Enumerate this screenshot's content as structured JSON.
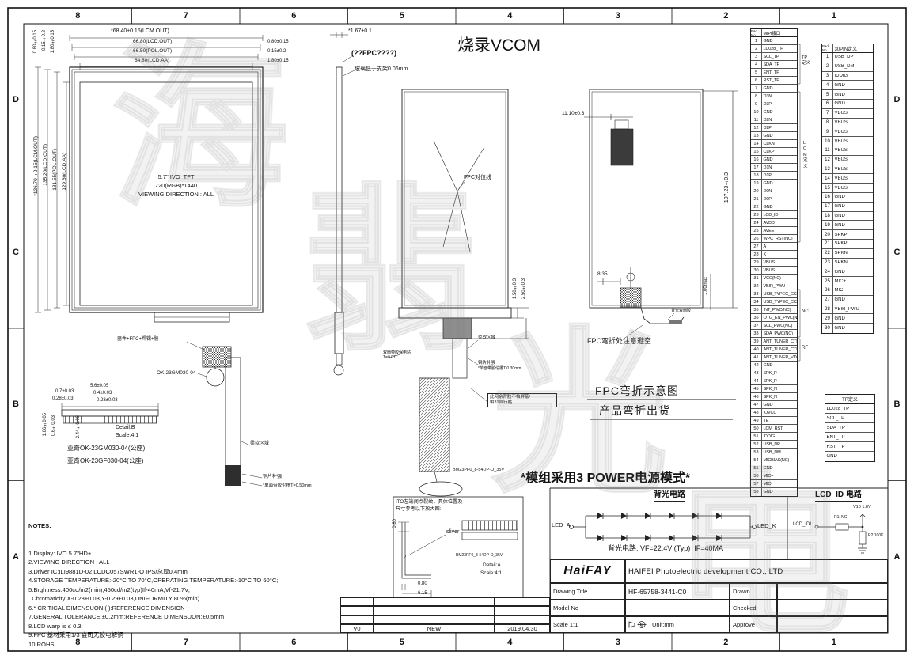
{
  "watermark": {
    "chars": [
      "海",
      "翡",
      "光",
      "电"
    ]
  },
  "frame": {
    "cols": [
      "8",
      "7",
      "6",
      "5",
      "4",
      "3",
      "2",
      "1"
    ],
    "rows": [
      "D",
      "C",
      "B",
      "A"
    ]
  },
  "title": "烧录VCOM",
  "front_view": {
    "dims_top": [
      "*68.40±0.15(LCM.OUT)",
      "66.80(LCD.OUT)",
      "66.50(POL.OUT)",
      "64.80(LCD.AA)"
    ],
    "dims_top_right": [
      "0.80±0.15",
      "0.15±0.2",
      "1.80±0.15"
    ],
    "dims_left_top": [
      "0.80±0.15",
      "0.15±0.2",
      "1.80±0.15"
    ],
    "dims_left": [
      "*136.70±0.15(LCM.OUT)",
      "135.20(LCD.OUT)",
      "131.55(POL.OUT)",
      "129.60(LCD.AA)"
    ],
    "center": [
      "5.7\" IVO  TFT",
      "720(RGB)*1440",
      "VIEWING DIRECTION : ALL"
    ],
    "connector_note": "器件+FPC+焊锡+胶",
    "connector_model": "OK-23GM030-04",
    "tail_labels": {
      "soft": "柔软区域",
      "copper": "铜片补强",
      "tape": "*单面带胶伦槽T=0.50mm"
    }
  },
  "side_view": {
    "dim": "*1.67±0.1",
    "fpc_note": "(??FPC????)",
    "glass_note": "玻璃低于支架0.06mm"
  },
  "detail_b": {
    "dims_top": [
      "5.6±0.05",
      "0.4±0.03",
      "0.23±0.03"
    ],
    "dims_left": [
      "0.7±0.03",
      "0.28±0.03"
    ],
    "dims_vert": [
      "1.66±0.05",
      "0.6±0.03",
      "2.44±0.03"
    ],
    "label": "Detail:B",
    "scale": "Scale:4:1",
    "models": [
      "亚奇OK-23GM030-04(公座)",
      "亚奇OK-23GF030-04(公座)"
    ]
  },
  "center_view": {
    "fpc_align": "FPC对位线",
    "soft_area": "柔软区域",
    "tape": "双面带胶保电粘T=0.07",
    "steel": "钢片补强",
    "steel2": "*单面带胶伦槽T-0.30mm",
    "note_box": "此网余背胶不帕屏蔽/\n帕31自行贴",
    "connector": "BM23PF0_8-54DP-O_35V",
    "dims": [
      "1.50±0.3",
      "2.50±0.3"
    ]
  },
  "right_view": {
    "dim_top": "11.10±0.3",
    "dim_bottom": "8.35",
    "dim_height": "107.23±0.3",
    "dim_max": "1.00max",
    "tape_label": "背光双面胶",
    "note": "FPC弯折处注意避空"
  },
  "fpc_section": {
    "line1": "FPC弯折示意图",
    "line2": "产品弯折出货"
  },
  "power_note": "*模组采用3 POWER电源模式*",
  "backlight": {
    "title": "背光电路",
    "led_a": "LED_A",
    "led_k": "LED_K",
    "spec": "背光电路: VF=22.4V (Typ)  IF=40MA"
  },
  "lcd_id": {
    "title": "LCD_ID 电路",
    "v_label": "V10 1.8V",
    "signal": "LCD_IDI",
    "r1": "R1; NC",
    "r2": "R2 100K"
  },
  "ito_box": {
    "line1": "ITO左端闻点裂纹，具体位置及",
    "line2": "尺寸参考以下放大图:",
    "sliver": "sliver",
    "dim_v": "0.80",
    "dim_b1": "0.80",
    "dim_b2": "6.15",
    "connector": "BM23PF0_8-54DP-O_35V",
    "detail": "Detail:A",
    "scale": "Scale:4:1"
  },
  "notes": {
    "title": "NOTES:",
    "lines": [
      "1.Display: IVO 5.7\"HD+",
      "2.VIEWING DIRECTION : ALL",
      "3.Driver IC:ILI9881D-02;LCDC057SWR1-O IPS/总厚0.4mm",
      "4.STORAGE TEMPERATURE:-20°C TO 70°C,OPERATING TEMPERATURE:-10°C TO 60°C;",
      "5.Brghtness:400cd/m2(min),450cd/m2(typ)If-40mA,Vf-21.7V;",
      "  Chromaticity:X-0.28±0.03,Y-0.29±0.03,UNIFORMITY:80%(min)",
      "6.* CRITICAL DIMENSUON;( ):REFERENCE DIMENSION",
      "7.GENERAL TOLERANCE:±0.2mm;REFERENCE DIMENSUON:±0.5mm",
      "8.LCD warp is ≤ 0.3;",
      "9.FPC 基材采用1/3 盎司无胶电解铜",
      "10.ROHS"
    ]
  },
  "pin_table_1": {
    "col_header": "Pad No.",
    "title": "MIPI接口",
    "pins": [
      [
        "1",
        "GND"
      ],
      [
        "2",
        "LD028_TP"
      ],
      [
        "3",
        "SCL_TP"
      ],
      [
        "4",
        "SDA_TP"
      ],
      [
        "5",
        "ENT_TP"
      ],
      [
        "6",
        "RST_TP"
      ],
      [
        "7",
        "GND"
      ],
      [
        "8",
        "D3N"
      ],
      [
        "9",
        "D3P"
      ],
      [
        "10",
        "GND"
      ],
      [
        "11",
        "D2N"
      ],
      [
        "12",
        "D2P"
      ],
      [
        "13",
        "GND"
      ],
      [
        "14",
        "CLKN"
      ],
      [
        "15",
        "CLKP"
      ],
      [
        "16",
        "GND"
      ],
      [
        "17",
        "D1N"
      ],
      [
        "18",
        "D1P"
      ],
      [
        "19",
        "GND"
      ],
      [
        "20",
        "D0N"
      ],
      [
        "21",
        "D0P"
      ],
      [
        "22",
        "GND"
      ],
      [
        "23",
        "LCD_ID"
      ],
      [
        "24",
        "AVDD"
      ],
      [
        "25",
        "AVEE"
      ],
      [
        "26",
        "WPC_RST(NC)"
      ],
      [
        "27",
        "A"
      ],
      [
        "28",
        "K"
      ],
      [
        "29",
        "VBUS"
      ],
      [
        "30",
        "VBUS"
      ],
      [
        "31",
        "VCC(NC)"
      ],
      [
        "32",
        "VBIR_PWU"
      ],
      [
        "33",
        "USB_TYPEC_CC1(NC)"
      ],
      [
        "34",
        "USB_TYPEC_CC2(NC)"
      ],
      [
        "35",
        "INT_PWC(NC)"
      ],
      [
        "36",
        "OTG_EN_PWC(NC)"
      ],
      [
        "37",
        "SCL_PWC(NC)"
      ],
      [
        "38",
        "SDA_PWC(NC)"
      ],
      [
        "39",
        "ANT_TUNER_CTL1"
      ],
      [
        "40",
        "ANT_TUNER_CTL2"
      ],
      [
        "41",
        "ANT_TUNER_VDD"
      ],
      [
        "42",
        "GND"
      ],
      [
        "43",
        "SPK_P"
      ],
      [
        "44",
        "SPK_P"
      ],
      [
        "45",
        "SPK_N"
      ],
      [
        "46",
        "SPK_N"
      ],
      [
        "47",
        "GND"
      ],
      [
        "48",
        "IOVCC"
      ],
      [
        "49",
        "TE"
      ],
      [
        "50",
        "LCM_RST"
      ],
      [
        "51",
        "IDDIG"
      ],
      [
        "52",
        "USB_DP"
      ],
      [
        "53",
        "USB_DM"
      ],
      [
        "54",
        "MICBIAS(NC)"
      ],
      [
        "55",
        "GND"
      ],
      [
        "56",
        "MIC+"
      ],
      [
        "57",
        "MIC-"
      ],
      [
        "58",
        "GND"
      ]
    ],
    "groups": {
      "tp": "TP\n定义",
      "lcm": "L\nC\nM\n定\n义",
      "nc": "NC",
      "rf": "RF"
    }
  },
  "pin_table_2": {
    "col_header": "Pad No.",
    "title": "30PIN定义",
    "pins": [
      [
        "1",
        "USB_DP"
      ],
      [
        "2",
        "USB_DM"
      ],
      [
        "3",
        "IDDIG"
      ],
      [
        "4",
        "GND"
      ],
      [
        "5",
        "GND"
      ],
      [
        "6",
        "GND"
      ],
      [
        "7",
        "VBUS"
      ],
      [
        "8",
        "VBUS"
      ],
      [
        "9",
        "VBUS"
      ],
      [
        "10",
        "VBUS"
      ],
      [
        "11",
        "VBUS"
      ],
      [
        "12",
        "VBUS"
      ],
      [
        "13",
        "VBUS"
      ],
      [
        "14",
        "VBUS"
      ],
      [
        "15",
        "VBUS"
      ],
      [
        "16",
        "GND"
      ],
      [
        "17",
        "GND"
      ],
      [
        "18",
        "GND"
      ],
      [
        "19",
        "GND"
      ],
      [
        "20",
        "SPKP"
      ],
      [
        "21",
        "SPKP"
      ],
      [
        "22",
        "SPKN"
      ],
      [
        "23",
        "SPKN"
      ],
      [
        "24",
        "GND"
      ],
      [
        "25",
        "MIC+"
      ],
      [
        "26",
        "MIC-"
      ],
      [
        "27",
        "GND"
      ],
      [
        "28",
        "VBIR_PWU"
      ],
      [
        "29",
        "GND"
      ],
      [
        "30",
        "GND"
      ]
    ]
  },
  "tp_table": {
    "title": "TP定义",
    "pins": [
      "LD028_TP",
      "SCL_TP",
      "SDA_TP",
      "ENT_TP",
      "RST_TP",
      "GND"
    ]
  },
  "title_block": {
    "logo": "HaiFAY",
    "company": "HAIFEI Photoelectric development CO., LTD",
    "drawing_title_label": "Drawing Title",
    "drawing_no": "HF-65758-3441-C0",
    "drawn_label": "Drawn",
    "model_label": "Model No",
    "checked_label": "Checked",
    "scale_label": "Scale 1:1",
    "unit_label": "Unit:mm",
    "approve_label": "Approve"
  },
  "revision": {
    "rev": "V0",
    "desc": "NEW",
    "date": "2019.04.30"
  }
}
